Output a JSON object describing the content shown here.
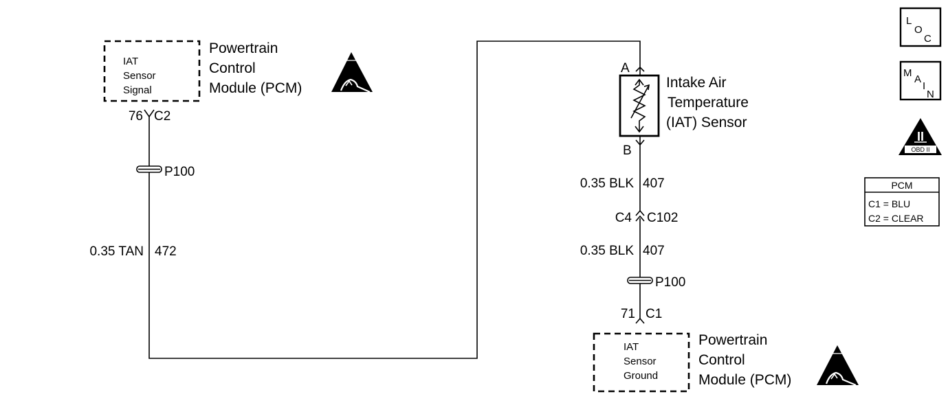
{
  "modules": {
    "top": {
      "box_lines": [
        "IAT",
        "Sensor",
        "Signal"
      ],
      "label_lines": [
        "Powertrain",
        "Control",
        "Module (PCM)"
      ],
      "pin": "76",
      "connector": "C2"
    },
    "bottom": {
      "box_lines": [
        "IAT",
        "Sensor",
        "Ground"
      ],
      "label_lines": [
        "Powertrain",
        "Control",
        "Module (PCM)"
      ],
      "pin": "71",
      "connector": "C1"
    }
  },
  "sensor": {
    "label_lines": [
      "Intake Air",
      "Temperature",
      "(IAT) Sensor"
    ],
    "terminal_a": "A",
    "terminal_b": "B"
  },
  "splices": {
    "left": "P100",
    "right": "P100"
  },
  "wires": {
    "signal": {
      "gauge_color": "0.35 TAN",
      "circuit": "472"
    },
    "ground_upper": {
      "gauge_color": "0.35 BLK",
      "circuit": "407"
    },
    "ground_lower": {
      "gauge_color": "0.35 BLK",
      "circuit": "407"
    }
  },
  "inline_connector": {
    "left": "C4",
    "right": "C102"
  },
  "side_icons": {
    "loc": {
      "letters": [
        "L",
        "O",
        "C"
      ]
    },
    "main": {
      "letters": [
        "M",
        "A",
        "I",
        "N"
      ]
    },
    "obd": {
      "numeral": "II",
      "text": "OBD II"
    }
  },
  "pcm_legend": {
    "title": "PCM",
    "rows": [
      "C1 = BLU",
      "C2 = CLEAR"
    ]
  }
}
